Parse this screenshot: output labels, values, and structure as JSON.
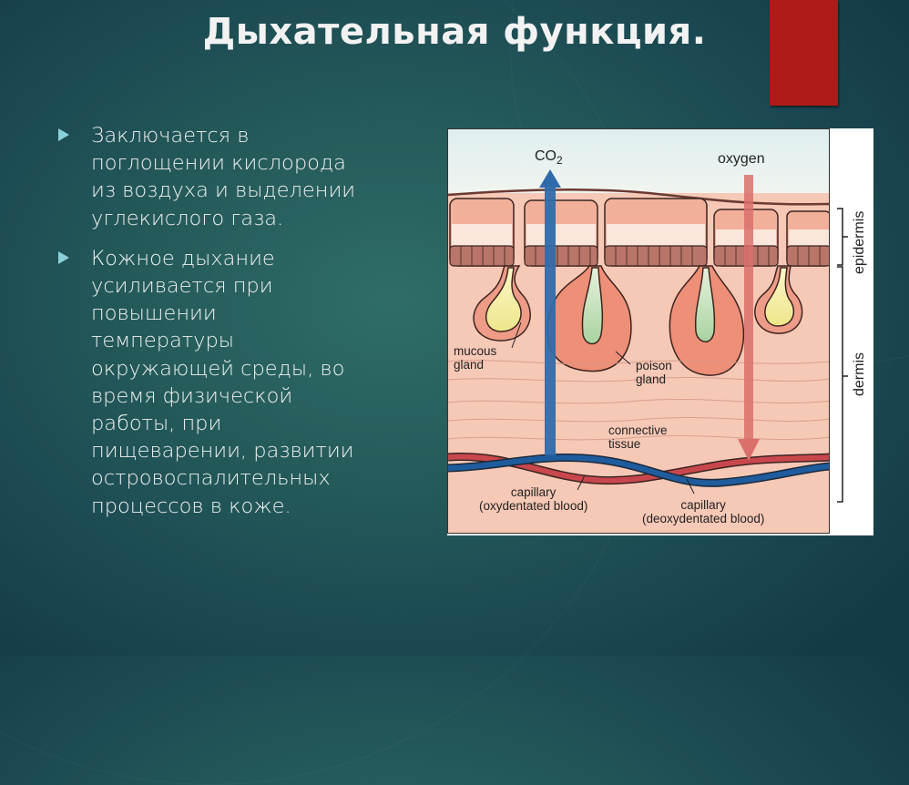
{
  "slide": {
    "title": "Дыхательная функция.",
    "accent_color": "#ad1a17",
    "bullet_color": "#8ad0d8",
    "bullets": [
      {
        "lines": [
          "Заключается в",
          "поглощении кислорода",
          "из воздуха и выделении",
          "углекислого газа."
        ]
      },
      {
        "lines": [
          "Кожное дыхание",
          "усиливается при",
          "повышении",
          "температуры",
          "окружающей среды, во",
          "время физической",
          "работы, при",
          "пищеварении, развитии",
          "островоспалительных",
          "процессов в коже."
        ]
      }
    ]
  },
  "figure": {
    "labels": {
      "co2": "CO",
      "co2_sub": "2",
      "oxygen": "oxygen",
      "mucous_gland": [
        "mucous",
        "gland"
      ],
      "poison_gland": [
        "poison",
        "gland"
      ],
      "connective_tissue": [
        "connective",
        "tissue"
      ],
      "capillary_oxy": [
        "capillary",
        "(oxydentated blood)"
      ],
      "capillary_deoxy": [
        "capillary",
        "(deoxydentated blood)"
      ],
      "epidermis": "epidermis",
      "dermis": "dermis"
    },
    "colors": {
      "co2_arrow": "#2f6bab",
      "oxygen_arrow": "#d9706b",
      "dermis_bg": "#f6c8b6",
      "air_bg": "#e6f1f2",
      "oxy_capillary": "#c8474d",
      "deoxy_capillary": "#1f5c9e"
    }
  }
}
